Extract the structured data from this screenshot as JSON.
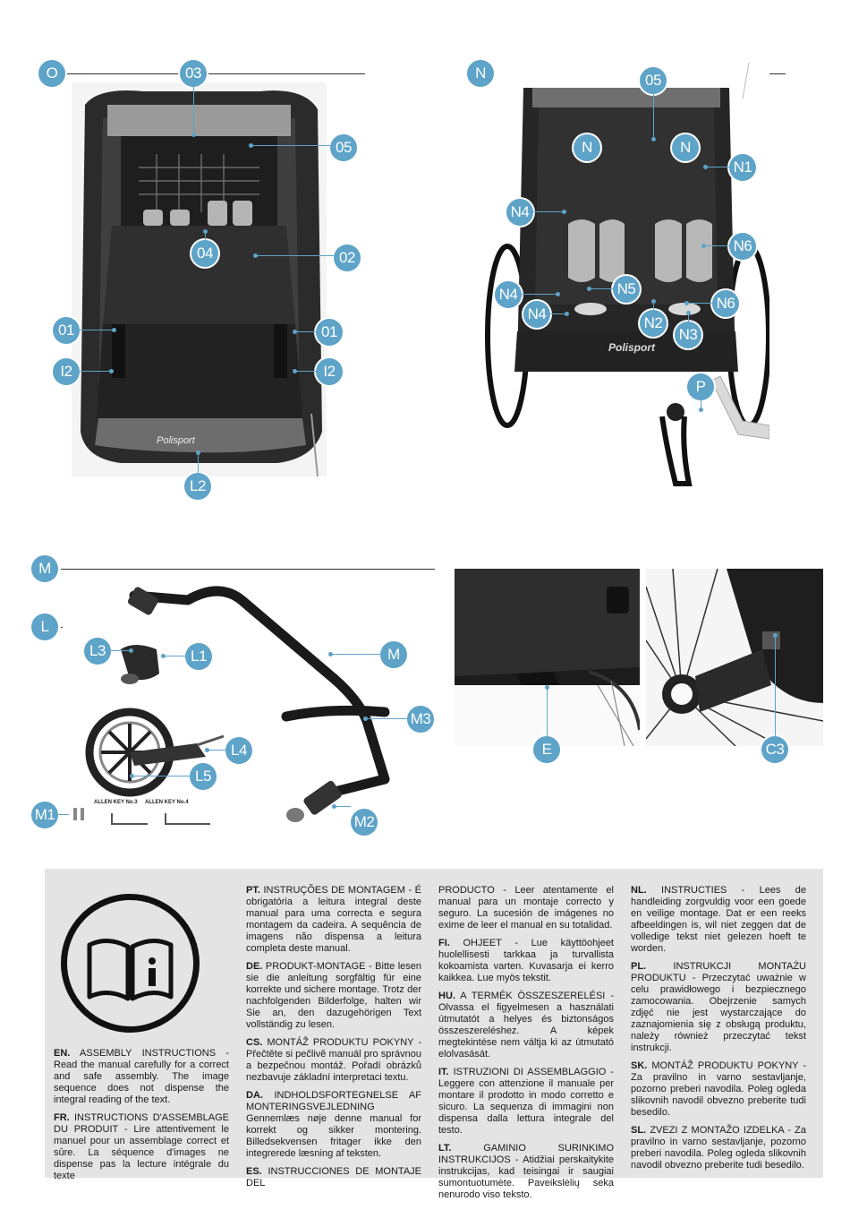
{
  "top_left": {
    "section_badge": "O",
    "callouts": {
      "o3": "03",
      "o5": "05",
      "o4": "04",
      "o2": "02",
      "o1_left": "01",
      "o1_right": "01",
      "i2_left": "I2",
      "i2_right": "I2",
      "l2": "L2"
    }
  },
  "top_right": {
    "section_badge": "N",
    "callouts": {
      "o5": "05",
      "n_left": "N",
      "n_right": "N",
      "n1": "N1",
      "n4_top": "N4",
      "n6_top": "N6",
      "n5": "N5",
      "n4_mid": "N4",
      "n4_low": "N4",
      "n6_low": "N6",
      "n2": "N2",
      "n3": "N3",
      "p": "P"
    },
    "brand": "Polisport"
  },
  "bottom_left": {
    "section_badge_m": "M",
    "section_badge_l": "L",
    "callouts": {
      "l3": "L3",
      "l1": "L1",
      "m": "M",
      "m3": "M3",
      "l4": "L4",
      "l5": "L5",
      "m1": "M1",
      "m2": "M2"
    },
    "allen_key_3": "ALLEN KEY No.3",
    "allen_key_4": "ALLEN KEY No.4"
  },
  "bottom_right": {
    "callouts": {
      "e": "E",
      "c3": "C3"
    }
  },
  "instructions": {
    "en_head": "EN.",
    "en_title": "ASSEMBLY INSTRUCTIONS",
    "en_body": " - Read the manual carefully for a correct and safe assembly. The image sequence does not dispense the integral reading of the text.",
    "fr_head": "FR.",
    "fr_title": "INSTRUCTIONS D'ASSEMBLAGE DU PRODUIT",
    "fr_body": " - Lire attentivement le manuel pour un assemblage correct et sûre. La séquence d'images ne dispense pas la lecture intégrale du texte",
    "pt_head": "PT.",
    "pt_title": "INSTRUÇÕES DE MONTAGEM",
    "pt_body": " - É obrigatória a leitura integral deste manual para uma correcta e segura montagem da cadeira. A sequência de imagens não dispensa a leitura completa deste manual.",
    "de_head": "DE.",
    "de_title": "PRODUKT-MONTAGE",
    "de_body": " - Bitte lesen sie die anleitung sorgfältig für eine korrekte und sichere montage. Trotz der nachfolgenden Bilderfolge, halten wir Sie an, den dazugehörigen Text vollständig zu lesen.",
    "cs_head": "CS.",
    "cs_title": "MONTÁŽ PRODUKTU POKYNY",
    "cs_body": " - Přečtěte si pečlivě manuál pro správnou a bezpečnou montáž. Pořadí obrázků nezbavuje základní interpretaci textu.",
    "da_head": "DA.",
    "da_title": "INDHOLDSFORTEGNELSE AF MONTERINGSVEJLEDNING",
    "da_body": "Gennemlæs nøje denne manual for korrekt og sikker montering. Billedsekvensen fritager ikke den integrerede læsning af teksten.",
    "es_head": "ES.",
    "es_title": "INSTRUCCIONES DE MONTAJE DEL",
    "es_cont": "PRODUCTO",
    "es_body": " - Leer atentamente el manual para un montaje correcto y seguro. La sucesión de imágenes no exime de leer el manual en su totalidad.",
    "fi_head": "FI.",
    "fi_title": "OHJEET",
    "fi_body": " - Lue käyttöohjeet huolellisesti tarkkaa ja turvallista kokoamista varten. Kuvasarja ei kerro kaikkea. Lue myös tekstit.",
    "hu_head": "HU.",
    "hu_title": "A TERMÉK ÖSSZESZERELÉSI",
    "hu_body": " - Olvassa el figyelmesen a használati útmutatót a helyes és biztonságos összeszereléshez. A képek megtekintése nem váltja ki az útmutató elolvasását.",
    "it_head": "IT.",
    "it_title": "ISTRUZIONI DI ASSEMBLAGGIO",
    "it_body": " - Leggere con attenzione il manuale per montare il prodotto in modo corretto e sicuro. La sequenza di immagini non dispensa dalla lettura integrale del testo.",
    "lt_head": "LT.",
    "lt_title": "GAMINIO SURINKIMO INSTRUKCIJOS",
    "lt_body": " - Atidžiai perskaitykite instrukcijas, kad teisingai ir saugiai sumontuotumėte. Paveikslėlių seka nenurodo viso teksto.",
    "nl_head": "NL.",
    "nl_title": "INSTRUCTIES",
    "nl_body": " - Lees de handleiding zorgvuldig voor een goede en veilige montage. Dat er een reeks afbeeldingen is, wil niet zeggen dat de volledige tekst niet gelezen hoeft te worden.",
    "pl_head": "PL.",
    "pl_title": "INSTRUKCJI MONTAŻU PRODUKTU",
    "pl_body": " - Przeczytać uważnie w celu prawidłowego i bezpiecznego zamocowania. Obejrzenie samych zdjęć nie jest wystarczające do zaznajomienia się z obsługą produktu, należy również przeczytać tekst instrukcji.",
    "sk_head": "SK.",
    "sk_title": "MONTÁŽ PRODUKTU POKYNY",
    "sk_body": " - Za pravilno in varno sestavljanje, pozorno preberi navodila. Poleg ogleda slikovnih navodil obvezno preberite tudi besedilo.",
    "sl_head": "SL.",
    "sl_title": "ZVEZI Z MONTAŽO IZDELKA",
    "sl_body": " - Za pravilno in varno sestavljanje, pozorno preberi navodila. Poleg ogleda slikovnih navodil obvezno preberite tudi besedilo."
  },
  "colors": {
    "accent": "#5ea3c8",
    "text_box": "#e4e4e4"
  },
  "icons": {
    "manual": "open-book-info-icon"
  }
}
